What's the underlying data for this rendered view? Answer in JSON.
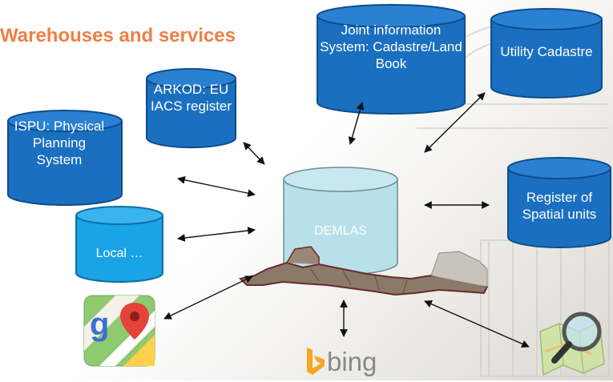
{
  "title": "Warehouses and services",
  "nodes": {
    "joint": "Joint information System: Cadastre/Land Book",
    "utility": "Utility Cadastre",
    "arkod": "ARKOD: EU IACS register",
    "ispu": "ISPU: Physical Planning System",
    "local": "Local …",
    "demlas": "DEMLAS",
    "spatial": "Register of Spatial units"
  },
  "logos": {
    "bing": "bing",
    "google_maps_icon": "google-maps-icon",
    "osm_icon": "openstreetmap-search-icon"
  },
  "colors": {
    "cylinder_dark": "#1b6fc0",
    "cylinder_light": "#1aa3e6",
    "demlas": "#b8e0ea",
    "title": "#ee7f45"
  }
}
